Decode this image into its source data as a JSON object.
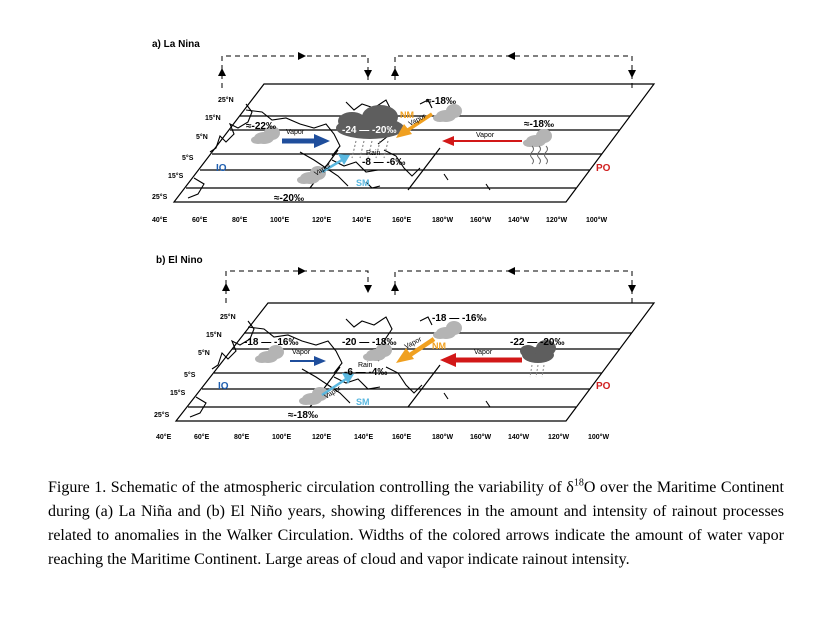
{
  "panels": [
    {
      "title": "a) La Nina",
      "lat_labels": [
        "25°N",
        "15°N",
        "5°N",
        "5°S",
        "15°S",
        "25°S"
      ],
      "lon_labels": [
        "40°E",
        "60°E",
        "80°E",
        "100°E",
        "120°E",
        "140°E",
        "160°E",
        "180°W",
        "160°W",
        "140°W",
        "120°W",
        "100°W"
      ],
      "region_io": "IO",
      "region_po": "PO",
      "values": {
        "west_io": "≈-22‰",
        "center_cloud": "-24 — -20‰",
        "north_pacific": "≈-18‰",
        "east_pacific": "≈-18‰",
        "south_mc": "-8 — -6‰",
        "south_io": "≈-20‰"
      },
      "labels": {
        "vapor_io": "Vapor",
        "vapor_nm": "Vapor",
        "vapor_po": "Vapor",
        "vapor_sm": "Vapor",
        "rain": "Rain",
        "nm": "NM",
        "sm": "SM"
      }
    },
    {
      "title": "b) El Nino",
      "lat_labels": [
        "25°N",
        "15°N",
        "5°N",
        "5°S",
        "15°S",
        "25°S"
      ],
      "lon_labels": [
        "40°E",
        "60°E",
        "80°E",
        "100°E",
        "120°E",
        "140°E",
        "160°E",
        "180°W",
        "160°W",
        "140°W",
        "120°W",
        "100°W"
      ],
      "region_io": "IO",
      "region_po": "PO",
      "values": {
        "west_io": "-18 — -16‰",
        "center_cloud": "-20 — -18‰",
        "north_pacific": "-18 — -16‰",
        "east_pacific": "-22 — -20‰",
        "south_mc": "-6 — -4‰",
        "south_io": "≈-18‰"
      },
      "labels": {
        "vapor_io": "Vapor",
        "vapor_nm": "Vapor",
        "vapor_po": "Vapor",
        "vapor_sm": "Vapor",
        "rain": "Rain",
        "nm": "NM",
        "sm": "SM"
      }
    }
  ],
  "caption": {
    "part1": "Figure 1. Schematic of the atmospheric circulation controlling the variability of δ",
    "sup": "18",
    "part2": "O over the Maritime Continent during (a) La Niña and (b) El Niño years, showing differences in the amount and intensity of rainout processes related to anomalies in the Walker Circulation. Widths of the colored arrows indicate the amount of water vapor reaching the Maritime Continent. Large areas of cloud and vapor indicate rainout intensity."
  },
  "colors": {
    "io_arrow": "#1f4e9c",
    "nm_arrow": "#f0a020",
    "po_arrow": "#d21818",
    "sm_arrow": "#5ab8e0",
    "cloud_light": "#b4b4b4",
    "cloud_dark": "#5e5e5e"
  }
}
